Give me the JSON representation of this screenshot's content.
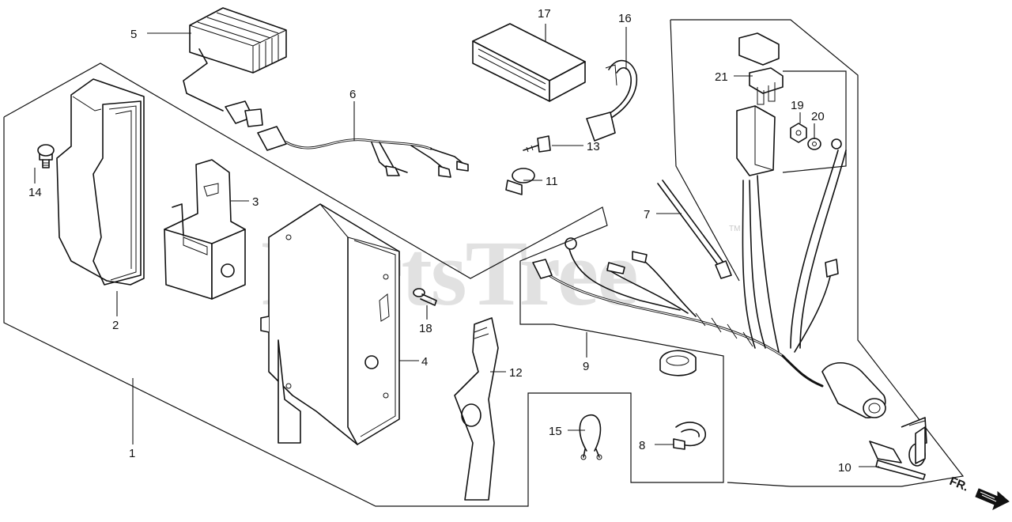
{
  "watermark": {
    "text": "PartsTree",
    "trademark": "TM"
  },
  "direction_label": "FR.",
  "callouts": [
    {
      "id": "1",
      "label": "1"
    },
    {
      "id": "2",
      "label": "2"
    },
    {
      "id": "3",
      "label": "3"
    },
    {
      "id": "4",
      "label": "4"
    },
    {
      "id": "5",
      "label": "5"
    },
    {
      "id": "6",
      "label": "6"
    },
    {
      "id": "7",
      "label": "7"
    },
    {
      "id": "8",
      "label": "8"
    },
    {
      "id": "9",
      "label": "9"
    },
    {
      "id": "10",
      "label": "10"
    },
    {
      "id": "11",
      "label": "11"
    },
    {
      "id": "12",
      "label": "12"
    },
    {
      "id": "13",
      "label": "13"
    },
    {
      "id": "14",
      "label": "14"
    },
    {
      "id": "15",
      "label": "15"
    },
    {
      "id": "16",
      "label": "16"
    },
    {
      "id": "17",
      "label": "17"
    },
    {
      "id": "18",
      "label": "18"
    },
    {
      "id": "19",
      "label": "19"
    },
    {
      "id": "20",
      "label": "20"
    },
    {
      "id": "21",
      "label": "21"
    }
  ]
}
